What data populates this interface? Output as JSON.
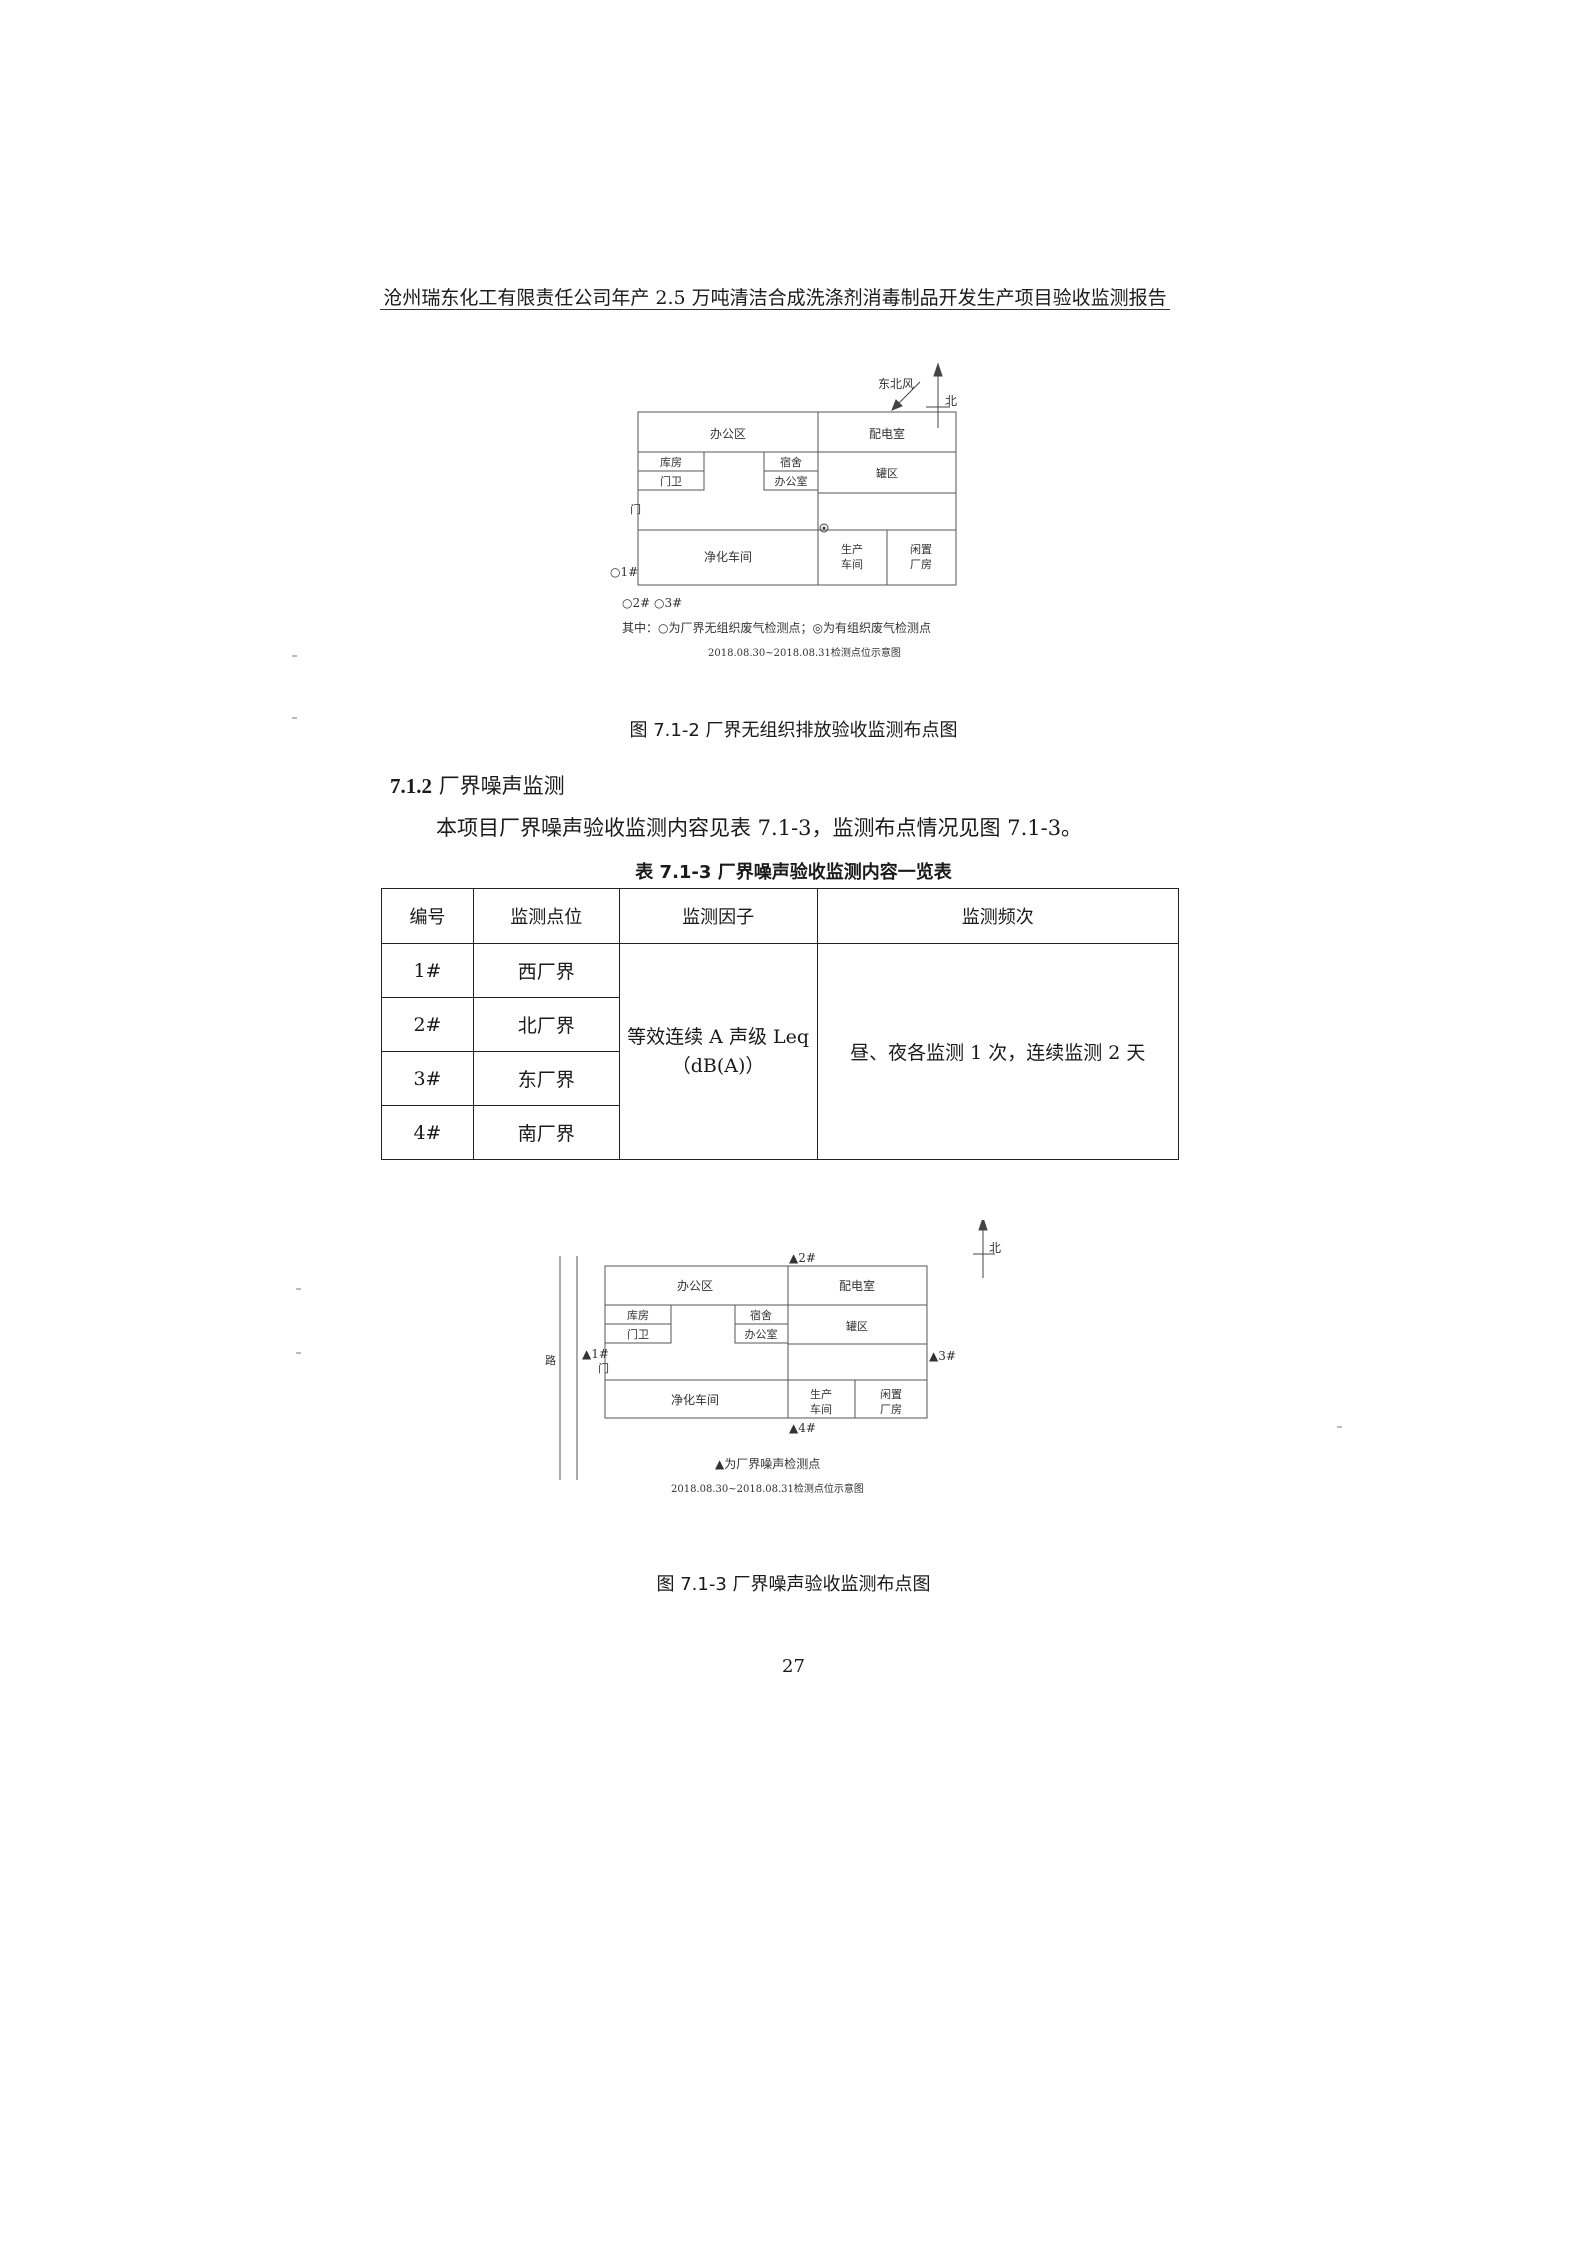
{
  "header": "沧州瑞东化工有限责任公司年产 2.5 万吨清洁合成洗涤剂消毒制品开发生产项目验收监测报告",
  "figure1": {
    "wind_label": "东北风",
    "north_label": "北",
    "areas": {
      "office_zone": "办公区",
      "power_room": "配电室",
      "warehouse": "库房",
      "dormitory": "宿舍",
      "guard": "门卫",
      "office_room": "办公室",
      "tank_zone": "罐区",
      "gate": "门",
      "purification_workshop": "净化车间",
      "production_workshop_1": "生产",
      "production_workshop_2": "车间",
      "idle_plant_1": "闲置",
      "idle_plant_2": "厂房"
    },
    "points": {
      "p1": "○1#",
      "p23": "○2#  ○3#"
    },
    "legend": "其中：○为厂界无组织废气检测点；◎为有组织废气检测点",
    "date_note": "2018.08.30~2018.08.31检测点位示意图",
    "caption": "图 7.1-2  厂界无组织排放验收监测布点图"
  },
  "section": {
    "number": "7.1.2",
    "title": "厂界噪声监测"
  },
  "paragraph": "本项目厂界噪声验收监测内容见表 7.1-3，监测布点情况见图 7.1-3。",
  "table": {
    "caption": "表 7.1-3  厂界噪声验收监测内容一览表",
    "headers": [
      "编号",
      "监测点位",
      "监测因子",
      "监测频次"
    ],
    "rows": [
      {
        "id": "1#",
        "location": "西厂界"
      },
      {
        "id": "2#",
        "location": "北厂界"
      },
      {
        "id": "3#",
        "location": "东厂界"
      },
      {
        "id": "4#",
        "location": "南厂界"
      }
    ],
    "factor_line1": "等效连续 A 声级 Leq",
    "factor_line2": "（dB(A)）",
    "frequency": "昼、夜各监测 1 次，连续监测 2 天"
  },
  "figure2": {
    "north_label": "北",
    "road_label": "路",
    "areas": {
      "office_zone": "办公区",
      "power_room": "配电室",
      "warehouse": "库房",
      "dormitory": "宿舍",
      "guard": "门卫",
      "office_room": "办公室",
      "tank_zone": "罐区",
      "gate": "门",
      "purification_workshop": "净化车间",
      "production_workshop_1": "生产",
      "production_workshop_2": "车间",
      "idle_plant_1": "闲置",
      "idle_plant_2": "厂房"
    },
    "points": {
      "p1": "▲1#",
      "p2": "▲2#",
      "p3": "▲3#",
      "p4": "▲4#"
    },
    "legend": "▲为厂界噪声检测点",
    "date_note": "2018.08.30~2018.08.31检测点位示意图",
    "caption": "图 7.1-3  厂界噪声验收监测布点图"
  },
  "page_number": "27"
}
